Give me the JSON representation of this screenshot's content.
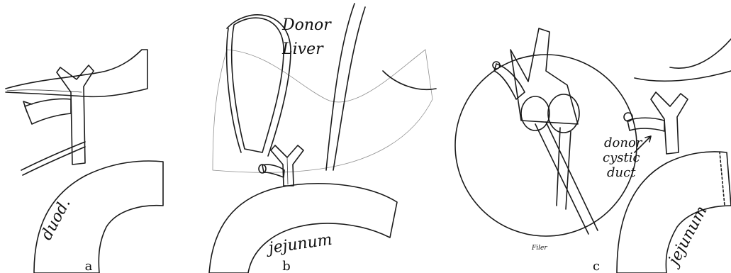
{
  "panels": {
    "a": {
      "letter": "a",
      "labels": {
        "duodenum": "duod."
      }
    },
    "b": {
      "letter": "b",
      "labels": {
        "donor": "Donor",
        "liver": "Liver",
        "jejunum": "jejunum"
      }
    },
    "c": {
      "letter": "c",
      "labels": {
        "donor": "donor",
        "cystic": "cystic",
        "duct": "duct",
        "jejunum": "jejunum"
      },
      "signature": "Filer"
    }
  }
}
